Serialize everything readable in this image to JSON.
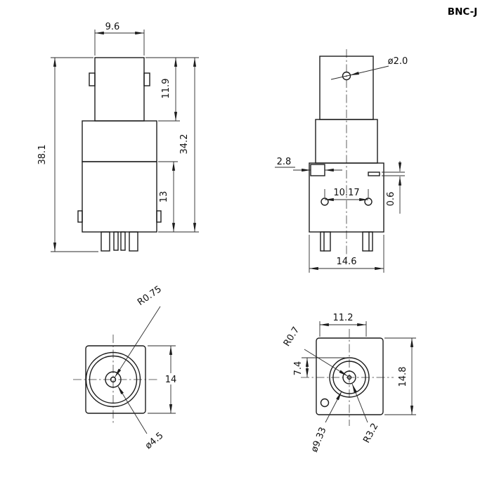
{
  "title": "BNC-J",
  "front_view": {
    "top_width": "9.6",
    "barrel_height": "11.9",
    "overall_height": "38.1",
    "height_above_pins": "34.2",
    "base_height": "13"
  },
  "side_view": {
    "hole_diameter": "ø2.0",
    "tab_width": "2.8",
    "leg_spacing": "10.17",
    "slot_height": "0.6",
    "body_width": "14.6"
  },
  "bottom_view": {
    "contact_radius": "R0.75",
    "body_height": "14",
    "contact_diameter": "ø4.5"
  },
  "top_view": {
    "width": "11.2",
    "pin_radius": "R0.7",
    "center_offset": "7.4",
    "height": "14.8",
    "shell_diameter": "ø9.33",
    "insulator_radius": "R3.2"
  }
}
